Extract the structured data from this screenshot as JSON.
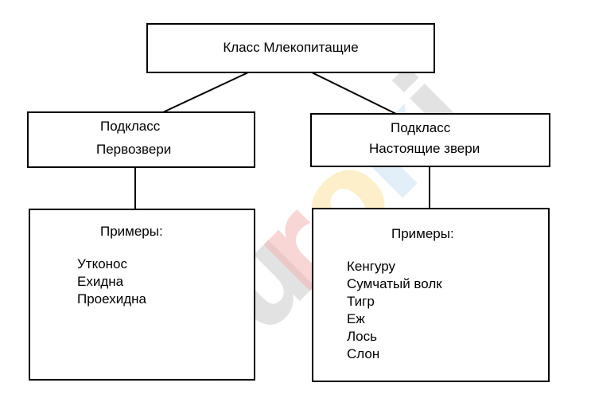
{
  "diagram": {
    "root": {
      "label": "Класс Млекопитащие"
    },
    "subclass_left": {
      "line1": "Подкласс",
      "line2": "Первозвери"
    },
    "subclass_right": {
      "line1": "Подкласс",
      "line2": "Настоящие звери"
    },
    "examples_left": {
      "heading": "Примеры:",
      "items": [
        "Утконос",
        "Ехидна",
        "Проехидна"
      ]
    },
    "examples_right": {
      "heading": "Примеры:",
      "items": [
        "Кенгуру",
        "Сумчатый волк",
        "Тигр",
        "Еж",
        "Лось",
        "Слон"
      ]
    }
  },
  "watermark": {
    "text": "euroki",
    "colors": [
      "#d9d9d9",
      "#f4b6b6",
      "#fbe6a6",
      "#cfe6f4"
    ]
  }
}
